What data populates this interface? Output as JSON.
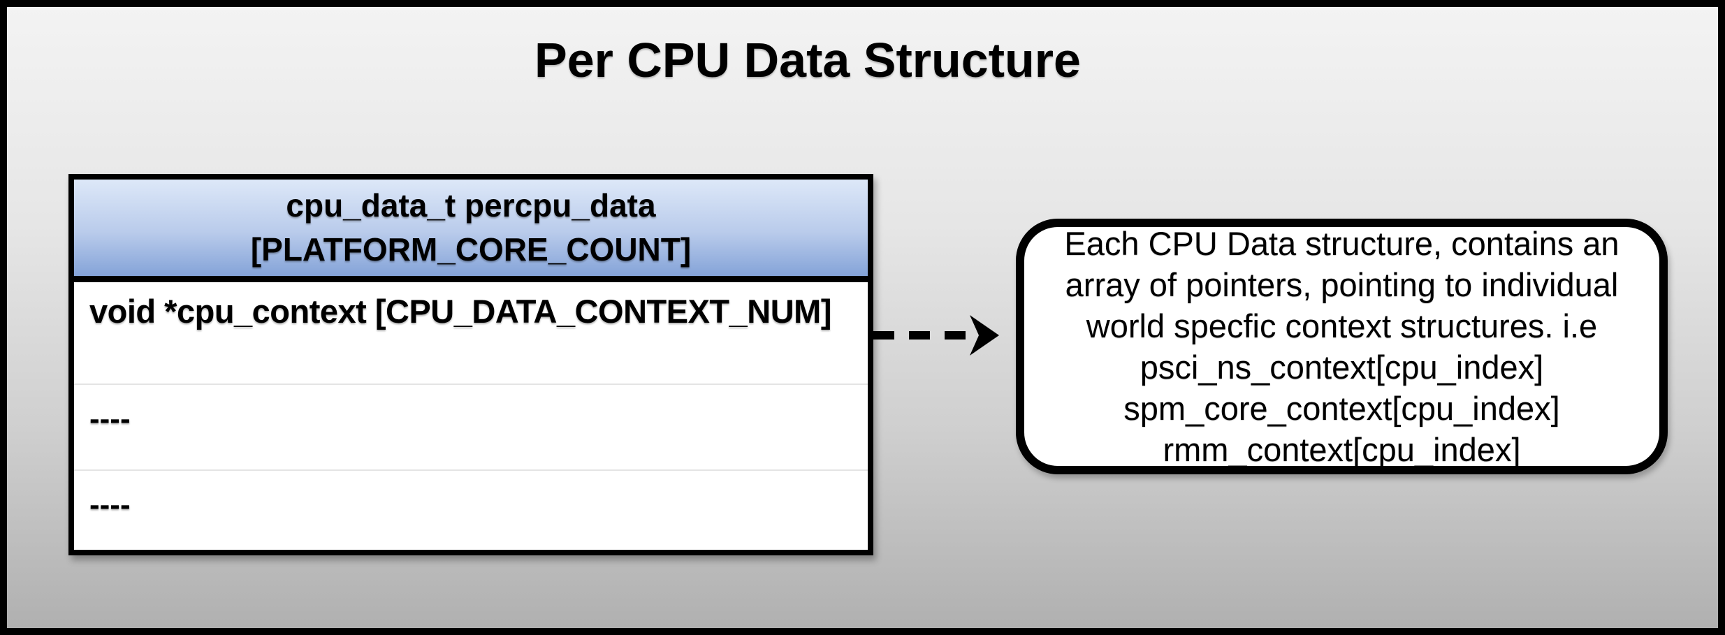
{
  "title": "Per CPU Data Structure",
  "struct_box": {
    "header_line1": "cpu_data_t percpu_data",
    "header_line2": "[PLATFORM_CORE_COUNT]",
    "rows": [
      "void *cpu_context [CPU_DATA_CONTEXT_NUM]",
      "----",
      "----"
    ]
  },
  "connector": {
    "icon": "dashed-right-arrow"
  },
  "note_box": {
    "lines": [
      "Each CPU Data structure, contains an",
      "array of pointers, pointing to individual",
      "world specfic context structures. i.e",
      "psci_ns_context[cpu_index]",
      "spm_core_context[cpu_index]",
      "rmm_context[cpu_index]"
    ]
  },
  "colors": {
    "header_gradient_top": "#dde8f8",
    "header_gradient_bottom": "#84a3d8",
    "background_top": "#f3f3f3",
    "background_bottom": "#b0b0b0",
    "outline": "#000000",
    "row_divider": "#e4e4e4",
    "fill": "#ffffff"
  }
}
